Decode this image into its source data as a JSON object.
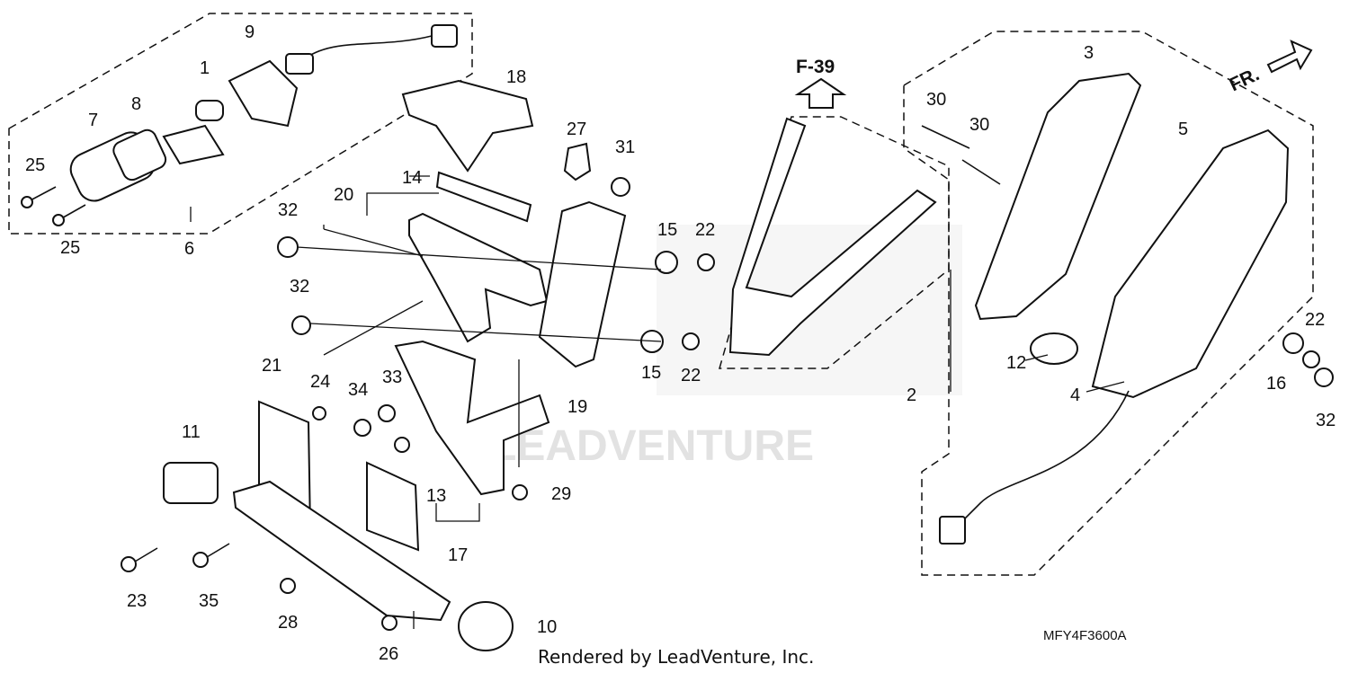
{
  "diagram": {
    "part_numbers": [
      "1",
      "2",
      "3",
      "4",
      "5",
      "6",
      "7",
      "8",
      "9",
      "10",
      "11",
      "12",
      "13",
      "14",
      "15",
      "15",
      "16",
      "17",
      "18",
      "19",
      "20",
      "21",
      "22",
      "22",
      "22",
      "23",
      "24",
      "25",
      "25",
      "26",
      "27",
      "28",
      "29",
      "30",
      "30",
      "31",
      "32",
      "32",
      "32",
      "33",
      "34",
      "35"
    ],
    "section_ref": "F-39",
    "direction_label": "FR.",
    "diagram_code": "MFY4F3600A",
    "credit": "Rendered by LeadVenture, Inc.",
    "watermark": "LEADVENTURE"
  }
}
